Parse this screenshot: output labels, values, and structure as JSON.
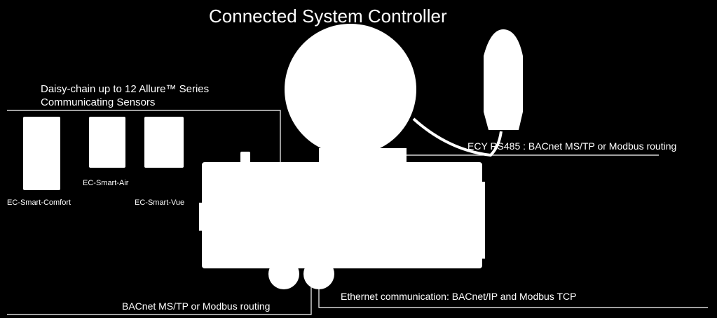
{
  "title": "Connected System Controller",
  "sensors_heading_line1": "Daisy-chain up to 12 Allure™ Series",
  "sensors_heading_line2": "Communicating Sensors",
  "sensors": [
    {
      "name": "EC-Smart-Comfort"
    },
    {
      "name": "EC-Smart-Air"
    },
    {
      "name": "EC-Smart-Vue"
    }
  ],
  "ports": {
    "ecy_rs485": "ECY RS485 : BACnet MS/TP or Modbus routing",
    "ethernet": "Ethernet communication: BACnet/IP and Modbus TCP",
    "bacnet": "BACnet MS/TP or Modbus routing"
  },
  "colors": {
    "background": "#000000",
    "foreground": "#ffffff"
  }
}
